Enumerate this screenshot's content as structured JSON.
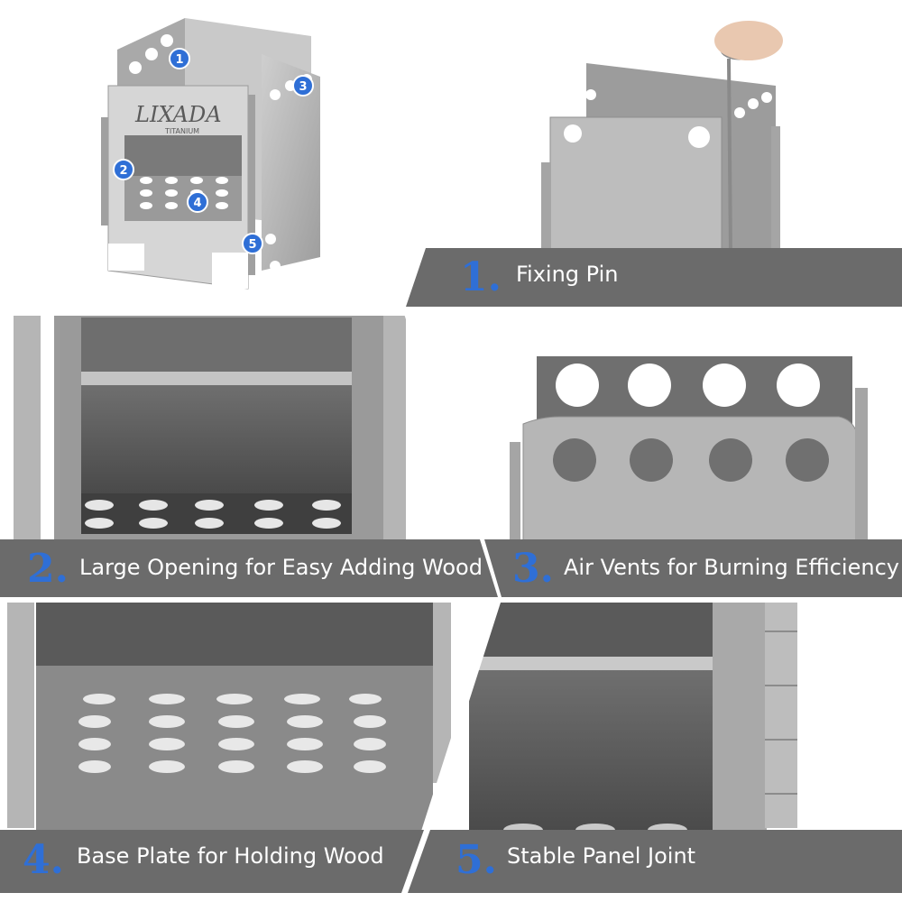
{
  "brand": {
    "name": "LIXADA",
    "sub": "TITANIUM"
  },
  "hero_badges": [
    "1",
    "2",
    "3",
    "4",
    "5"
  ],
  "panels": [
    {
      "num": "1.",
      "label": "Fixing Pin"
    },
    {
      "num": "2.",
      "label": "Large Opening for Easy Adding Wood"
    },
    {
      "num": "3.",
      "label": "Air Vents for Burning Efficiency"
    },
    {
      "num": "4.",
      "label": "Base Plate for Holding Wood"
    },
    {
      "num": "5.",
      "label": "Stable Panel Joint"
    }
  ],
  "colors": {
    "metal": "#b8b8b8",
    "metal_dark": "#8e8e8e",
    "caption_bar": "#6b6b6b",
    "accent": "#2f6fd6"
  }
}
